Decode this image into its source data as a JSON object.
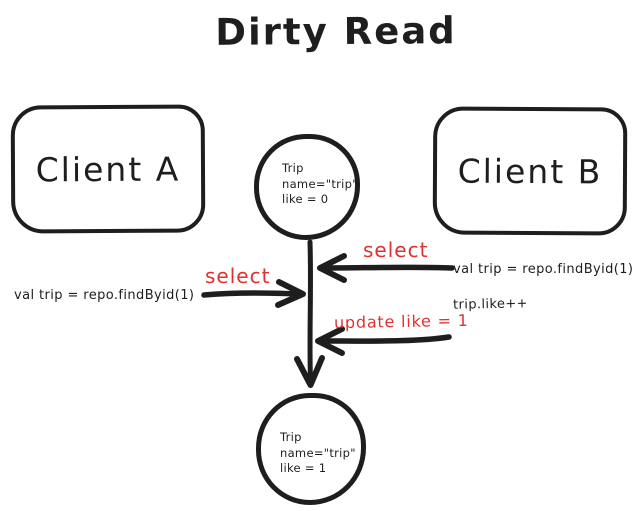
{
  "title": "Dirty Read",
  "colors": {
    "ink": "#1e1e1e",
    "accent_red": "#e03131",
    "background": "#ffffff"
  },
  "clients": {
    "a": {
      "label": "Client A"
    },
    "b": {
      "label": "Client B"
    }
  },
  "db_states": {
    "initial": {
      "lines": [
        "Trip",
        "name=\"trip\"",
        "like = 0"
      ]
    },
    "final": {
      "lines": [
        "Trip",
        "name=\"trip\"",
        "like = 1"
      ]
    }
  },
  "operations": {
    "client_a_select": {
      "label": "select",
      "code": "val trip = repo.findByid(1)"
    },
    "client_b_select": {
      "label": "select",
      "code": "val trip = repo.findByid(1)"
    },
    "client_b_update": {
      "label": "update like = 1",
      "code": "trip.like++"
    }
  }
}
